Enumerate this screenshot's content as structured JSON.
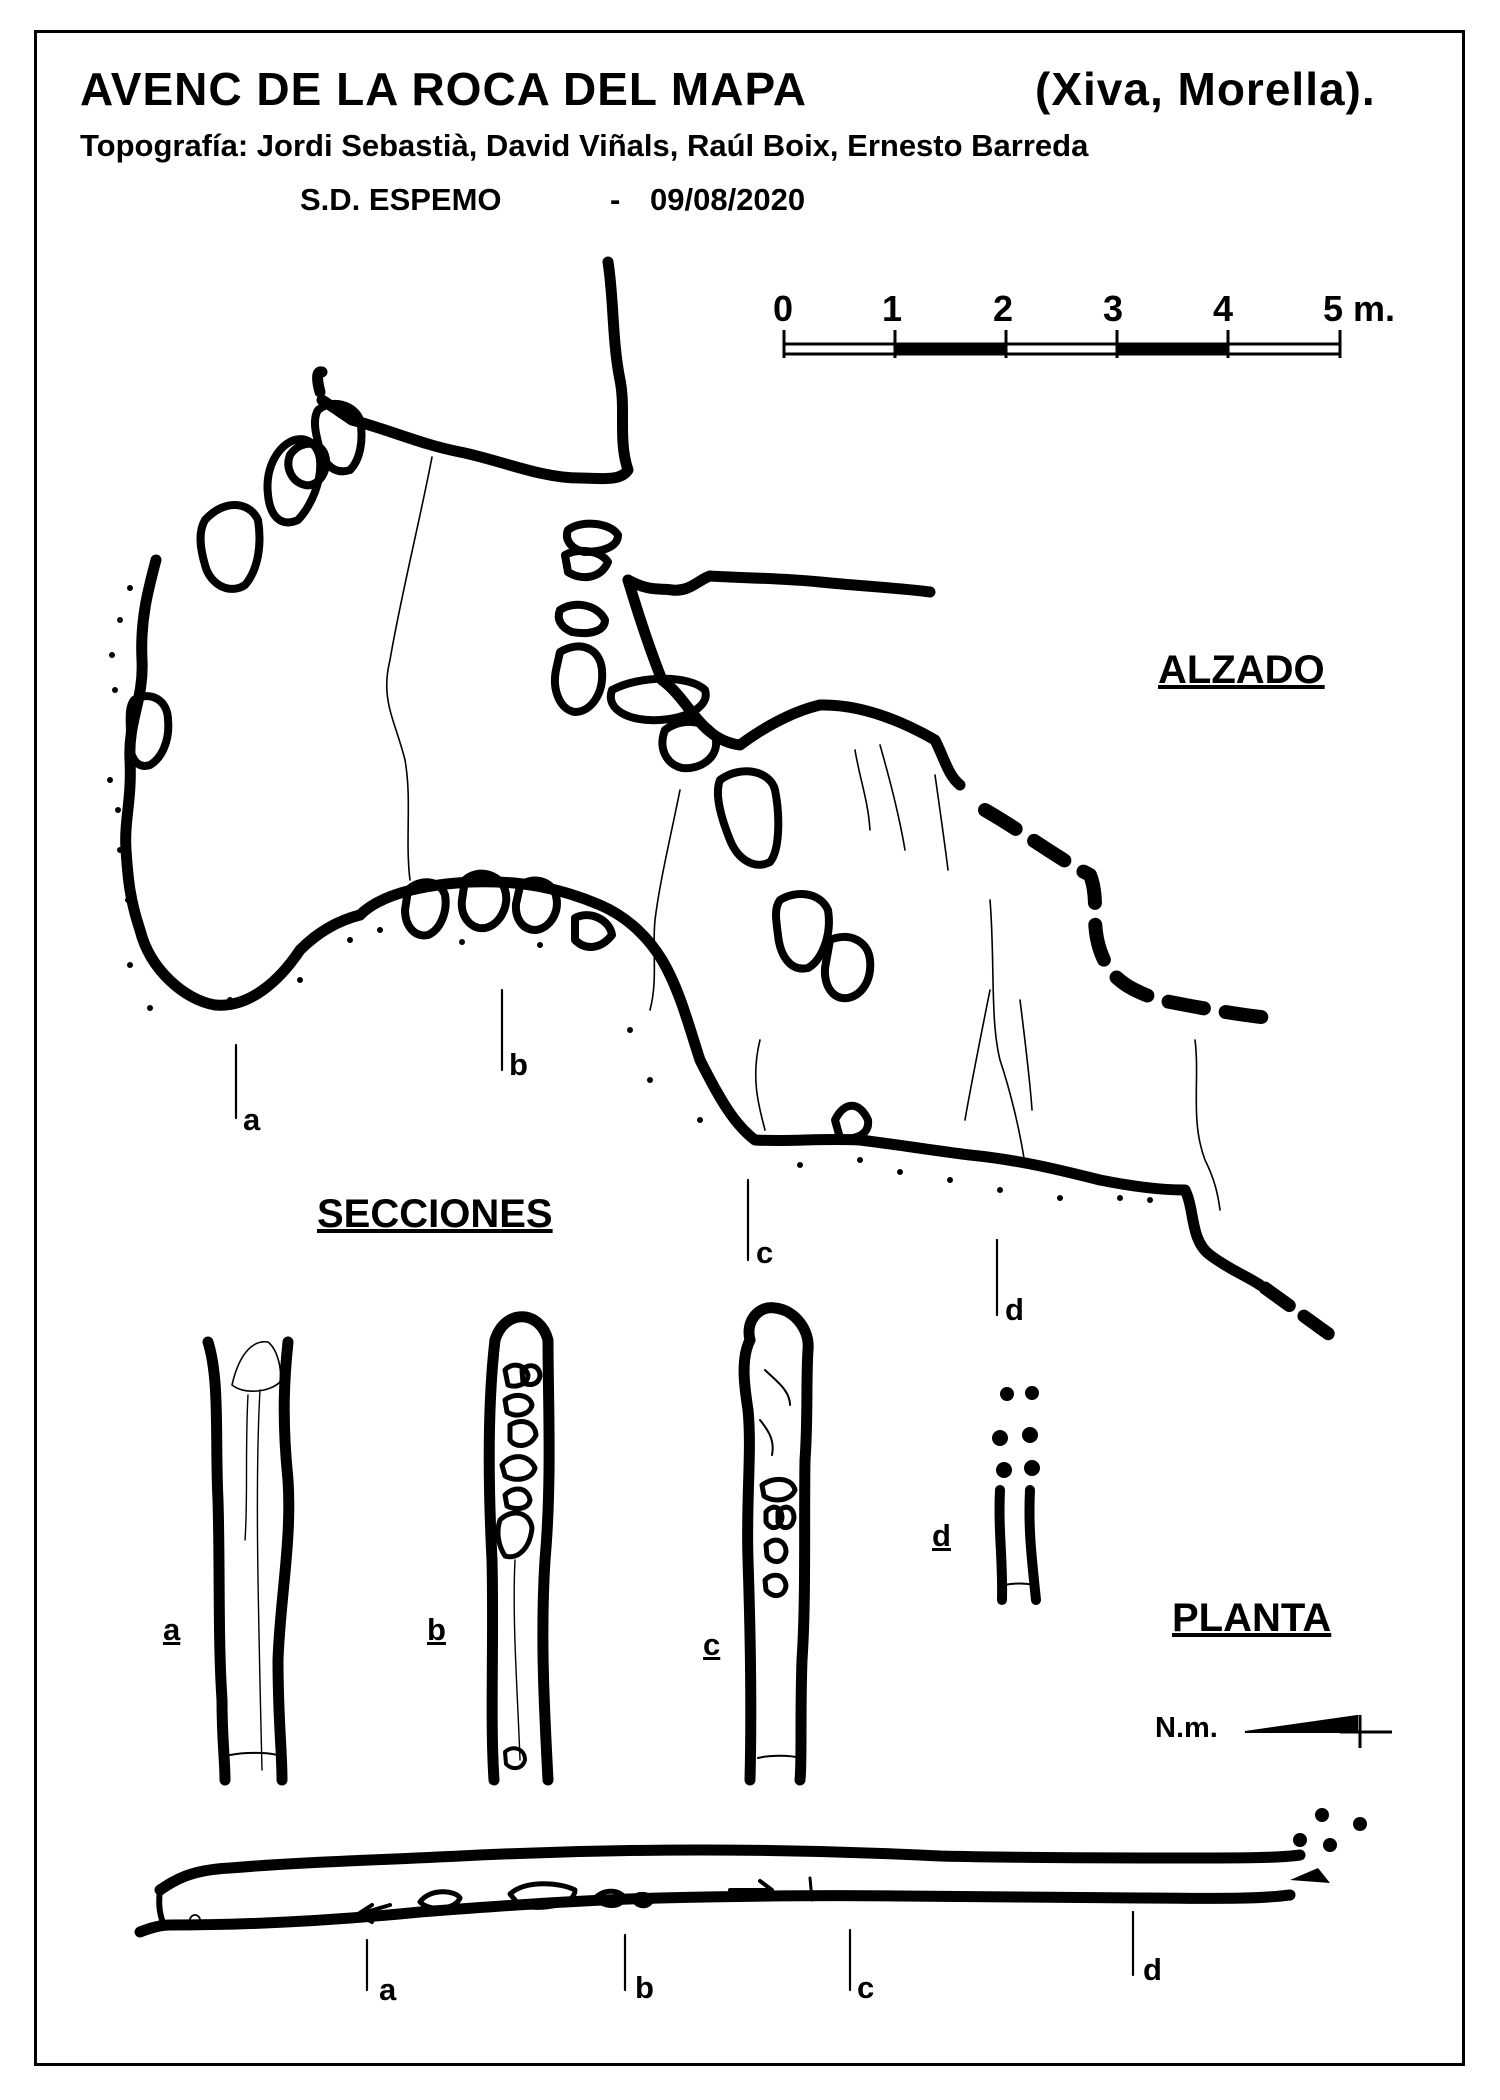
{
  "header": {
    "title": "AVENC DE LA ROCA DEL MAPA",
    "location": "(Xiva, Morella).",
    "credits": "Topografía:  Jordi Sebastià, David Viñals, Raúl Boix, Ernesto Barreda",
    "club": "S.D. ESPEMO",
    "separator": "-",
    "date": "09/08/2020"
  },
  "scale_bar": {
    "ticks": [
      "0",
      "1",
      "2",
      "3",
      "4"
    ],
    "last_tick": "5 m."
  },
  "views": {
    "elevation": "ALZADO",
    "sections": "SECCIONES",
    "plan": "PLANTA"
  },
  "section_labels": {
    "a": "a",
    "b": "b",
    "c": "c",
    "d": "d"
  },
  "north": {
    "label": "N.m."
  },
  "colors": {
    "ink": "#000000",
    "paper": "#ffffff"
  }
}
